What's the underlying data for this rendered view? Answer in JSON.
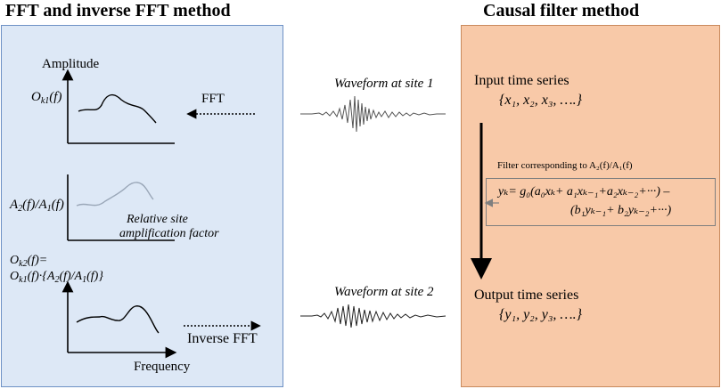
{
  "left": {
    "title": "FFT and inverse FFT method",
    "amplitude_label": "Amplitude",
    "ok1_label": "O",
    "ok1_sub": "k1",
    "ok1_arg": "(f)",
    "fft_label": "FFT",
    "ratio_a2": "A",
    "ratio_a2_sub": "2",
    "ratio_a2_arg": "(f)/A",
    "ratio_a1_sub": "1",
    "ratio_a1_arg": "(f)",
    "relative_line1": "Relative site",
    "relative_line2": "amplification factor",
    "ok2_head": "O",
    "ok2_sub": "k2",
    "ok2_tail": "(f)=",
    "ok2_eq_line2": "O",
    "ok2_eq_sub": "k1",
    "ok2_eq_tail": "(f)·{A",
    "ok2_eq_a2sub": "2",
    "ok2_eq_mid": "(f)/A",
    "ok2_eq_a1sub": "1",
    "ok2_eq_end": "(f)}",
    "inverse_label": "Inverse  FFT",
    "frequency_label": "Frequency"
  },
  "middle": {
    "waveform1_label": "Waveform at site 1",
    "waveform2_label": "Waveform at site 2"
  },
  "right": {
    "title": "Causal filter method",
    "input_label": "Input time series",
    "input_series": "{x₁, x₂, x₃, ….}",
    "filter_caption": "Filter corresponding to A₂(f)/A₁(f)",
    "filter_eq_line1": "yₖ= g₀(a₀xₖ+ a₁xₖ₋₁+a₂xₖ₋₂+···) –",
    "filter_eq_line2": "(b₁yₖ₋₁+ b₂yₖ₋₂+···)",
    "output_label": "Output time series",
    "output_series": "{y₁, y₂, y₃, ….}"
  },
  "colors": {
    "left_panel": "#dde8f6",
    "left_border": "#6e91c5",
    "right_panel": "#f8c9a8",
    "right_border": "#c98a5d",
    "ratio_curve": "#9aa7b8"
  }
}
